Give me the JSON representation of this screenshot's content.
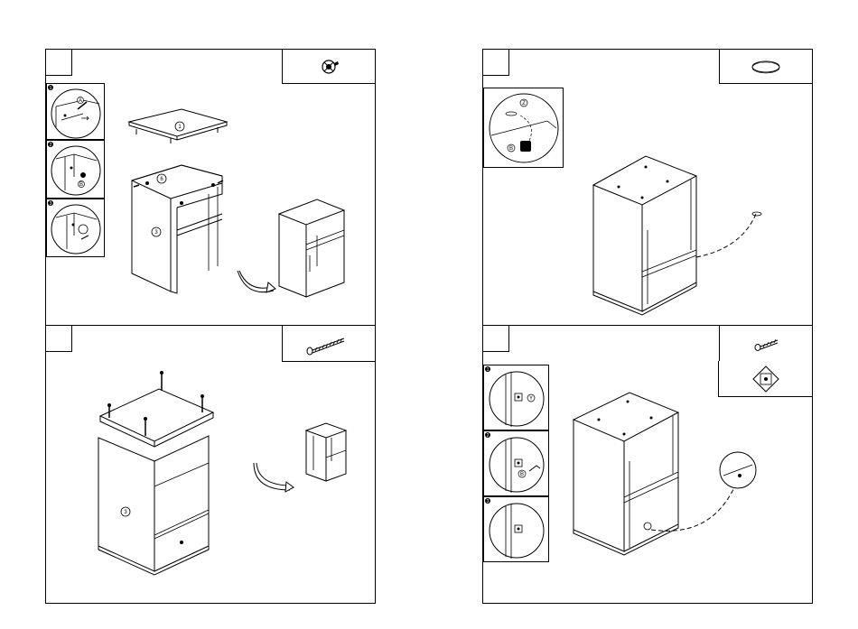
{
  "step1": {
    "parts": {
      "top": "1",
      "side_right": "6",
      "side_left": "3"
    },
    "details": {
      "a": "A",
      "b": "B",
      "bullet1": "1",
      "bullet2": "2",
      "bullet3": "3"
    },
    "hardware_icon": "cam-lock-icon"
  },
  "step2": {
    "parts": {
      "side_left": "3"
    },
    "hardware_icon": "screw-icon"
  },
  "step3": {
    "details": {
      "z": "Z",
      "b": "B"
    },
    "hardware_icon": "felt-pad-icon"
  },
  "step4": {
    "details": {
      "y": "Y",
      "b": "B",
      "bullet1": "1",
      "bullet2": "2",
      "bullet3": "3"
    },
    "hardware_icons": [
      "screw-icon",
      "bracket-icon"
    ]
  }
}
